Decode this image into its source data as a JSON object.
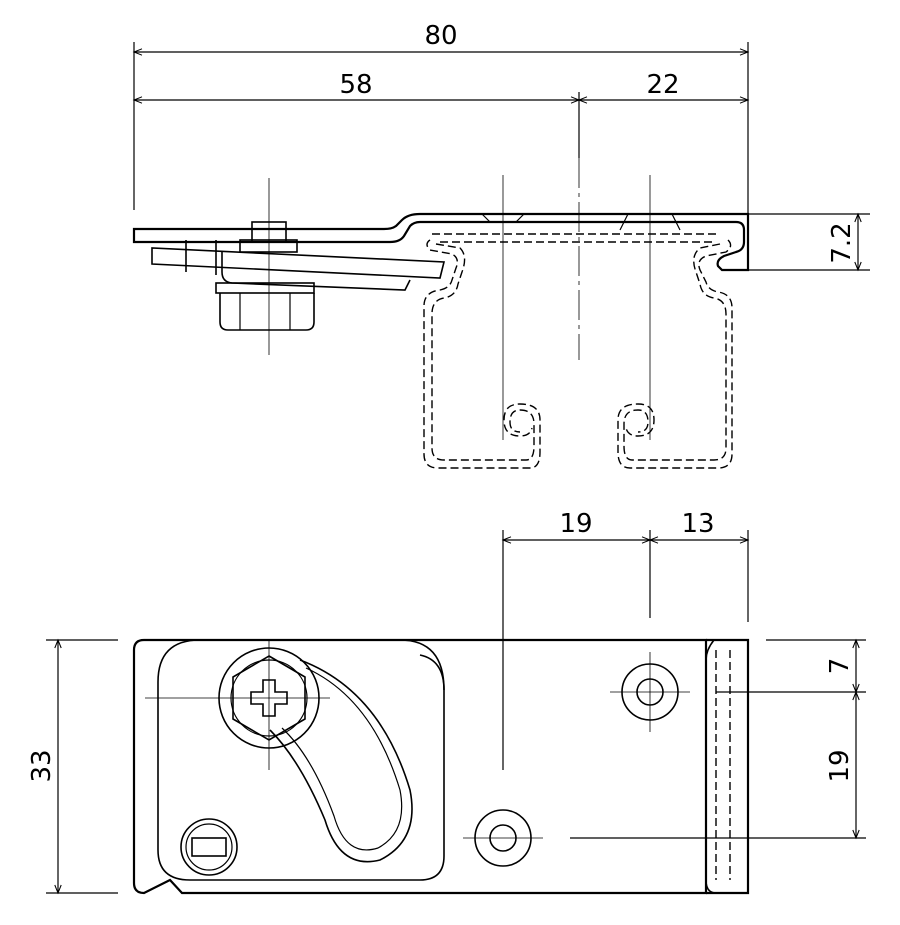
{
  "dimensions": {
    "overall_width": "80",
    "left_span": "58",
    "right_span": "22",
    "side_height": "7.2",
    "hole_offset_a": "19",
    "hole_offset_b": "13",
    "height_total": "33",
    "hole_top_offset": "7",
    "hole_spacing": "19"
  }
}
